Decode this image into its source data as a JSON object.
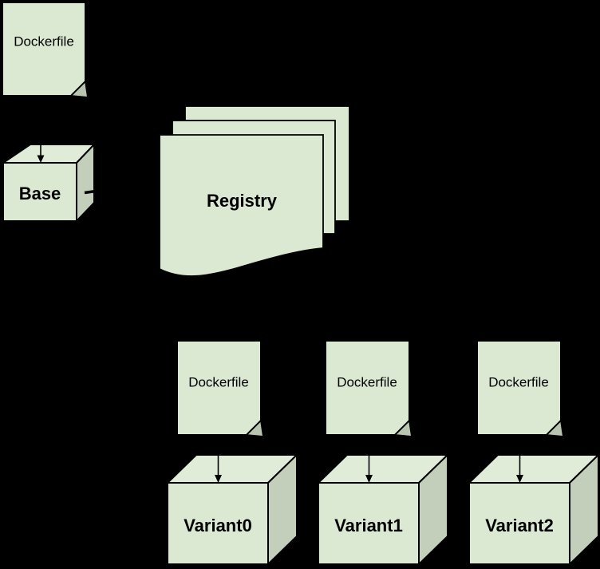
{
  "diagram": {
    "description": "Docker image build flow diagram",
    "background_color": "#000000",
    "colors": {
      "node_fill": "#dbe8d2",
      "node_top_fill": "#e1ecd8",
      "node_side_fill": "#c3cfba",
      "fold_fill": "#b9c5b0",
      "stroke": "#000000",
      "text": "#000000",
      "background": "#000000"
    },
    "nodes": {
      "base_dockerfile_note": {
        "label": "Dockerfile",
        "shape": "note"
      },
      "base_image": {
        "label": "Base",
        "shape": "cube"
      },
      "registry": {
        "label": "Registry",
        "shape": "document-stack"
      },
      "variant0_dockerfile_note": {
        "label": "Dockerfile",
        "shape": "note"
      },
      "variant1_dockerfile_note": {
        "label": "Dockerfile",
        "shape": "note"
      },
      "variant2_dockerfile_note": {
        "label": "Dockerfile",
        "shape": "note"
      },
      "variant0_image": {
        "label": "Variant0",
        "shape": "cube"
      },
      "variant1_image": {
        "label": "Variant1",
        "shape": "cube"
      },
      "variant2_image": {
        "label": "Variant2",
        "shape": "cube"
      }
    },
    "edges": [
      {
        "from": "base_dockerfile_note",
        "to": "base_image"
      },
      {
        "from": "base_image",
        "to": "registry"
      },
      {
        "from": "variant0_dockerfile_note",
        "to": "variant0_image"
      },
      {
        "from": "variant1_dockerfile_note",
        "to": "variant1_image"
      },
      {
        "from": "variant2_dockerfile_note",
        "to": "variant2_image"
      }
    ]
  }
}
